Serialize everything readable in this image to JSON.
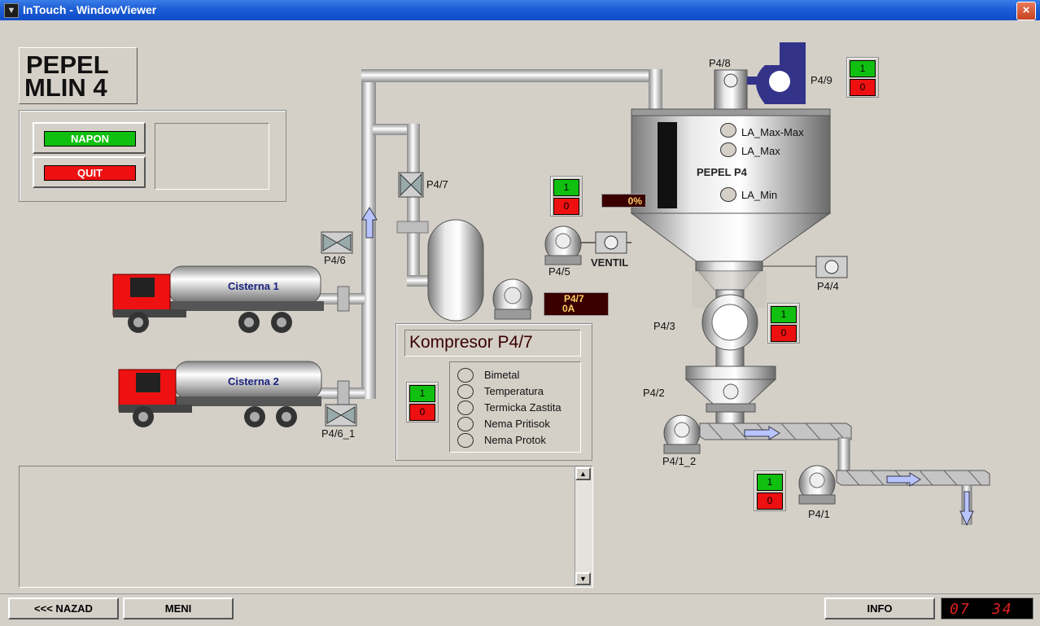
{
  "window": {
    "title": "InTouch - WindowViewer",
    "close": "×"
  },
  "header": {
    "line1": "PEPEL",
    "line2": "MLIN 4"
  },
  "controls": {
    "napon": "NAPON",
    "quit": "QUIT"
  },
  "compressor": {
    "title": "Kompresor P4/7",
    "state_on": "1",
    "state_off": "0",
    "statuses": [
      "Bimetal",
      "Temperatura",
      "Termicka Zastita",
      "Nema Pritisok",
      "Nema Protok"
    ],
    "readout_line1": "P4/7",
    "readout_line2": "0A"
  },
  "silo": {
    "name": "PEPEL P4",
    "levels": [
      "LA_Max-Max",
      "LA_Max",
      "LA_Min"
    ],
    "level_readout": "0%"
  },
  "labels": {
    "p48": "P4/8",
    "p49": "P4/9",
    "p47": "P4/7",
    "p46": "P4/6",
    "p46_1": "P4/6_1",
    "p45": "P4/5",
    "ventil": "VENTIL",
    "p44": "P4/4",
    "p43": "P4/3",
    "p42": "P4/2",
    "p41_2": "P4/1_2",
    "p41": "P4/1"
  },
  "trucks": {
    "truck1": "Cisterna 1",
    "truck2": "Cisterna 2"
  },
  "indicator": {
    "on": "1",
    "off": "0"
  },
  "footer": {
    "back": "<<< NAZAD",
    "menu": "MENI",
    "info": "INFO",
    "clock_h": "07",
    "clock_m": "34"
  },
  "colors": {
    "on": "#10c010",
    "off": "#ee1010",
    "truck": "#ee1111",
    "tanker_blue": "#1a237e"
  }
}
